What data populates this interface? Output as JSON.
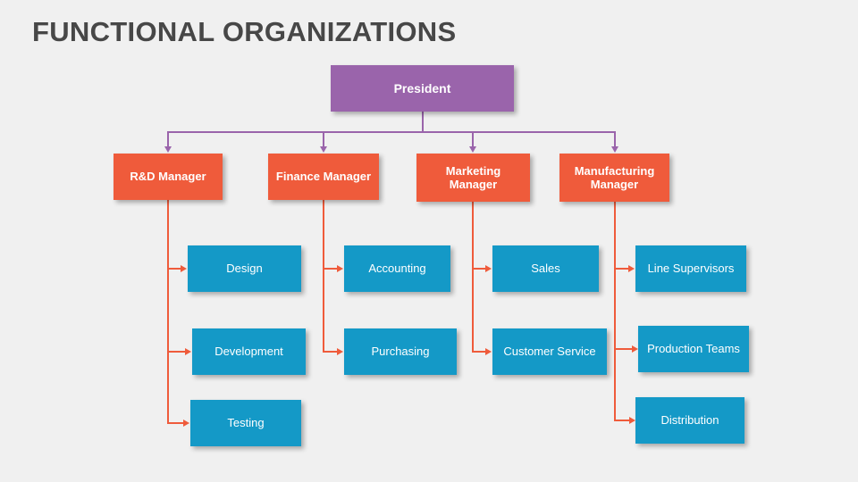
{
  "slide": {
    "title": "FUNCTIONAL ORGANIZATIONS",
    "background_color": "#f0f0f0",
    "title_color": "#474747"
  },
  "colors": {
    "president": "#9a64ab",
    "manager": "#ef5b3b",
    "unit": "#1499c7",
    "president_connector": "#9a64ab",
    "manager_connector": "#ef5b3b",
    "node_text": "#ffffff"
  },
  "chart_data": {
    "type": "diagram",
    "subtype": "org-chart",
    "title": "FUNCTIONAL ORGANIZATIONS",
    "root": "President",
    "levels": 3,
    "nodes": [
      {
        "id": "president",
        "label": "President",
        "level": 0,
        "parent": null,
        "color": "#9a64ab"
      },
      {
        "id": "rd-manager",
        "label": "R&D Manager",
        "level": 1,
        "parent": "president",
        "color": "#ef5b3b"
      },
      {
        "id": "finance-manager",
        "label": "Finance Manager",
        "level": 1,
        "parent": "president",
        "color": "#ef5b3b"
      },
      {
        "id": "marketing-manager",
        "label": "Marketing Manager",
        "level": 1,
        "parent": "president",
        "color": "#ef5b3b"
      },
      {
        "id": "manufacturing-manager",
        "label": "Manufacturing Manager",
        "level": 1,
        "parent": "president",
        "color": "#ef5b3b"
      },
      {
        "id": "design",
        "label": "Design",
        "level": 2,
        "parent": "rd-manager",
        "color": "#1499c7"
      },
      {
        "id": "development",
        "label": "Development",
        "level": 2,
        "parent": "rd-manager",
        "color": "#1499c7"
      },
      {
        "id": "testing",
        "label": "Testing",
        "level": 2,
        "parent": "rd-manager",
        "color": "#1499c7"
      },
      {
        "id": "accounting",
        "label": "Accounting",
        "level": 2,
        "parent": "finance-manager",
        "color": "#1499c7"
      },
      {
        "id": "purchasing",
        "label": "Purchasing",
        "level": 2,
        "parent": "finance-manager",
        "color": "#1499c7"
      },
      {
        "id": "sales",
        "label": "Sales",
        "level": 2,
        "parent": "marketing-manager",
        "color": "#1499c7"
      },
      {
        "id": "customer-service",
        "label": "Customer Service",
        "level": 2,
        "parent": "marketing-manager",
        "color": "#1499c7"
      },
      {
        "id": "line-supervisors",
        "label": "Line Supervisors",
        "level": 2,
        "parent": "manufacturing-manager",
        "color": "#1499c7"
      },
      {
        "id": "production-teams",
        "label": "Production Teams",
        "level": 2,
        "parent": "manufacturing-manager",
        "color": "#1499c7"
      },
      {
        "id": "distribution",
        "label": "Distribution",
        "level": 2,
        "parent": "manufacturing-manager",
        "color": "#1499c7"
      }
    ]
  },
  "nodes": {
    "president": {
      "label": "President"
    },
    "rd_manager": {
      "label": "R&D Manager"
    },
    "finance_manager": {
      "label": "Finance Manager"
    },
    "marketing_manager": {
      "label": "Marketing Manager"
    },
    "manufacturing_manager": {
      "label": "Manufacturing Manager"
    },
    "design": {
      "label": "Design"
    },
    "development": {
      "label": "Development"
    },
    "testing": {
      "label": "Testing"
    },
    "accounting": {
      "label": "Accounting"
    },
    "purchasing": {
      "label": "Purchasing"
    },
    "sales": {
      "label": "Sales"
    },
    "customer_service": {
      "label": "Customer Service"
    },
    "line_supervisors": {
      "label": "Line Supervisors"
    },
    "production_teams": {
      "label": "Production Teams"
    },
    "distribution": {
      "label": "Distribution"
    }
  }
}
